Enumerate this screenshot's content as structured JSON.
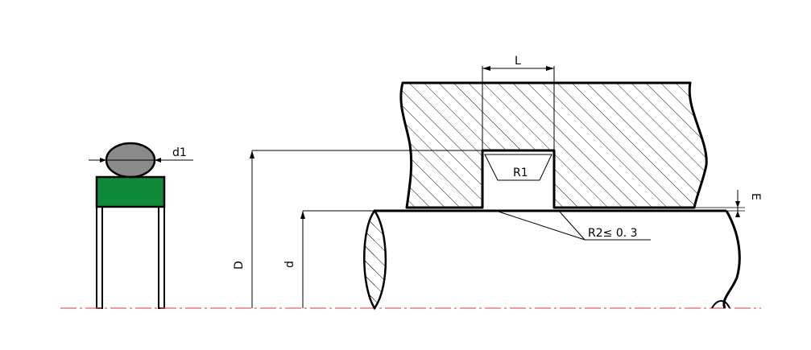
{
  "labels": {
    "L": "L",
    "d1": "d1",
    "R1": "R1",
    "R2": "R2≤ 0. 3",
    "E": "E",
    "D": "D",
    "d": "d"
  },
  "colors": {
    "ring": "#0e8a3a",
    "oring": "#8a8a8a",
    "centerline": "#e06060",
    "line": "#000000"
  }
}
